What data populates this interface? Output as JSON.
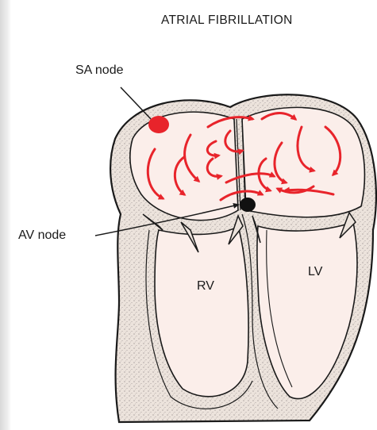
{
  "title": "ATRIAL FIBRILLATION",
  "labels": {
    "sa_node": "SA node",
    "av_node": "AV node",
    "rv": "RV",
    "lv": "LV"
  },
  "colors": {
    "wall_stipple": "#e9e0d8",
    "chamber_fill": "#fbeeea",
    "outline": "#1a1a1a",
    "fibrillation_arrows": "#e8242b",
    "sa_node": "#e8242b",
    "av_node": "#111111"
  }
}
